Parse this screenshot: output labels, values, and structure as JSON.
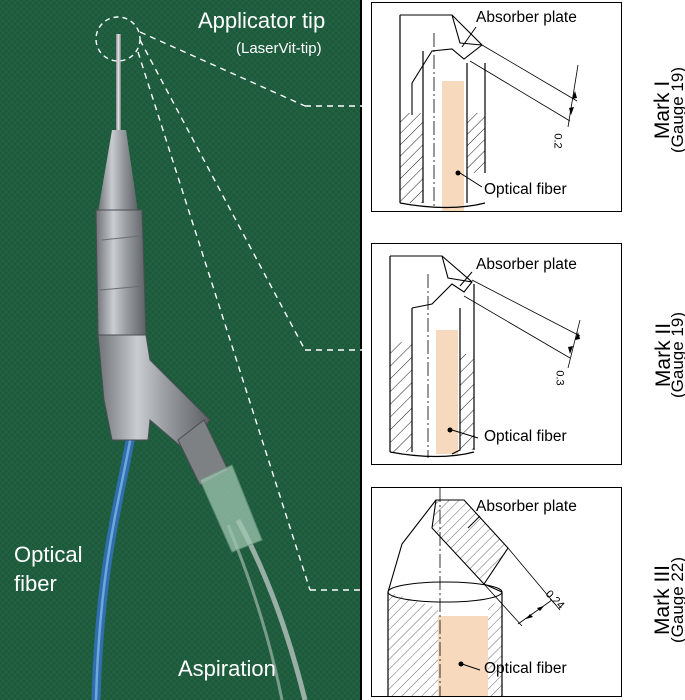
{
  "photo": {
    "applicator_tip": "Applicator tip",
    "laservit_tip": "(LaserVit-tip)",
    "optical_fiber_line1": "Optical",
    "optical_fiber_line2": "fiber",
    "aspiration": "Aspiration",
    "background_color": "#1e5a3a"
  },
  "panels": [
    {
      "absorber": "Absorber plate",
      "fiber": "Optical fiber",
      "dimension": "0.2",
      "mark": "Mark I",
      "gauge": "(Gauge 19)"
    },
    {
      "absorber": "Absorber plate",
      "fiber": "Optical fiber",
      "dimension": "0.3",
      "mark": "Mark II",
      "gauge": "(Gauge 19)"
    },
    {
      "absorber": "Absorber plate",
      "fiber": "Optical fiber",
      "dimension": "0.24",
      "mark": "Mark III",
      "gauge": "(Gauge 22)"
    }
  ],
  "colors": {
    "fiber_fill": "#f7d9bd",
    "hatch": "#000000"
  }
}
